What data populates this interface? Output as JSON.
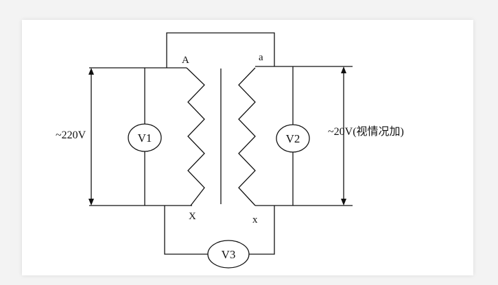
{
  "diagram": {
    "terminals": {
      "primary_top": "A",
      "secondary_top": "a",
      "primary_bottom": "X",
      "secondary_bottom": "x"
    },
    "meters": {
      "v1": "V1",
      "v2": "V2",
      "v3": "V3"
    },
    "voltages": {
      "primary": "~220V",
      "secondary": "~20V(视情况加)"
    }
  }
}
